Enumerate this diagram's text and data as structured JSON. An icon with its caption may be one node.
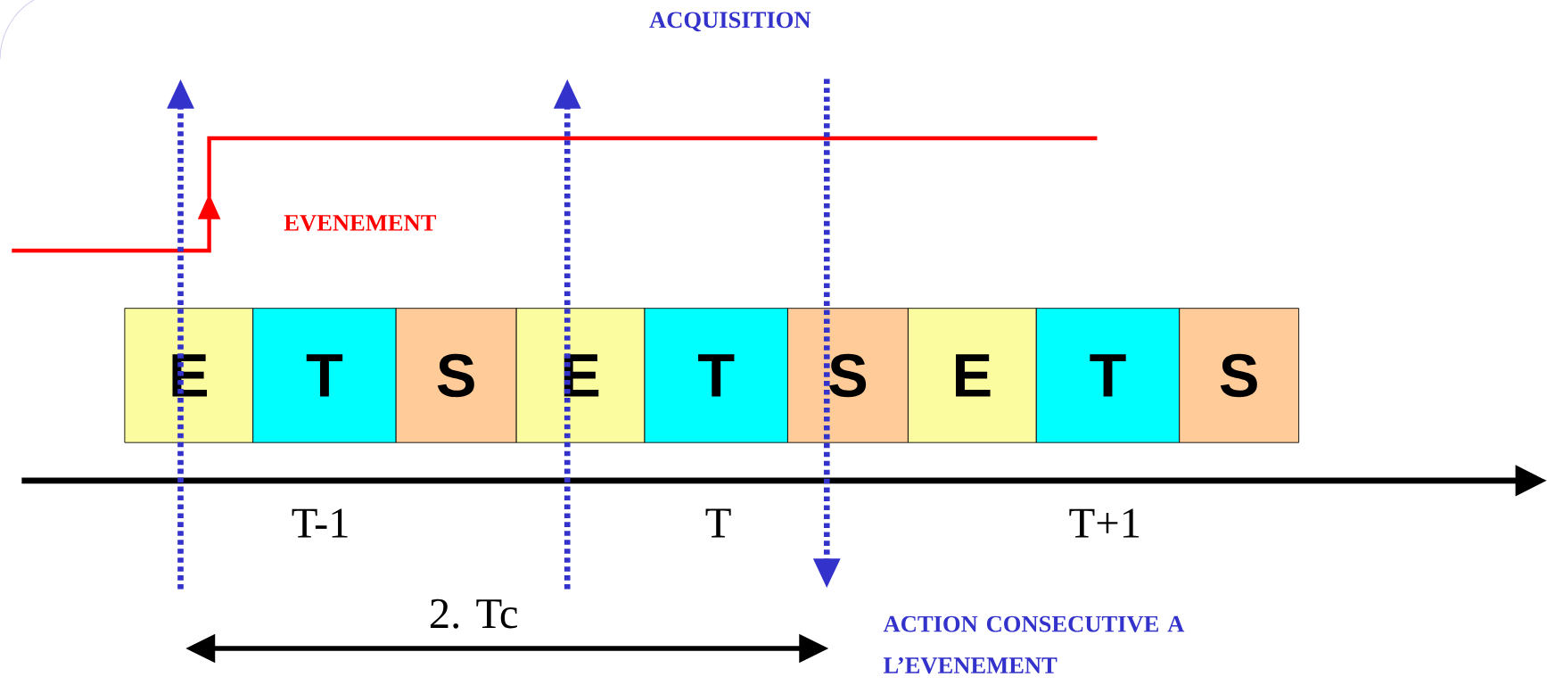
{
  "diagram": {
    "nodes": [
      {
        "text": [
          "E"
        ]
      },
      {
        "text": [
          "T"
        ]
      },
      {
        "text": [
          "S"
        ]
      },
      {
        "text": [
          "E"
        ]
      },
      {
        "text": [
          "T"
        ]
      },
      {
        "text": [
          "S"
        ]
      },
      {
        "text": [
          "E"
        ]
      },
      {
        "text": [
          "T"
        ]
      },
      {
        "text": [
          "S"
        ]
      },
      {
        "text": [
          "ACQUISITION"
        ]
      },
      {
        "text": [
          "ACTION CONSECUTIVE A L’EVENEMENT"
        ]
      }
    ],
    "edges": [
      {
        "from": null,
        "to": 10,
        "arrow": "to",
        "style": "dashed"
      }
    ],
    "labels": [
      "EVENEMENT",
      "T-1",
      "T",
      "T+1",
      "2. Tc"
    ]
  }
}
